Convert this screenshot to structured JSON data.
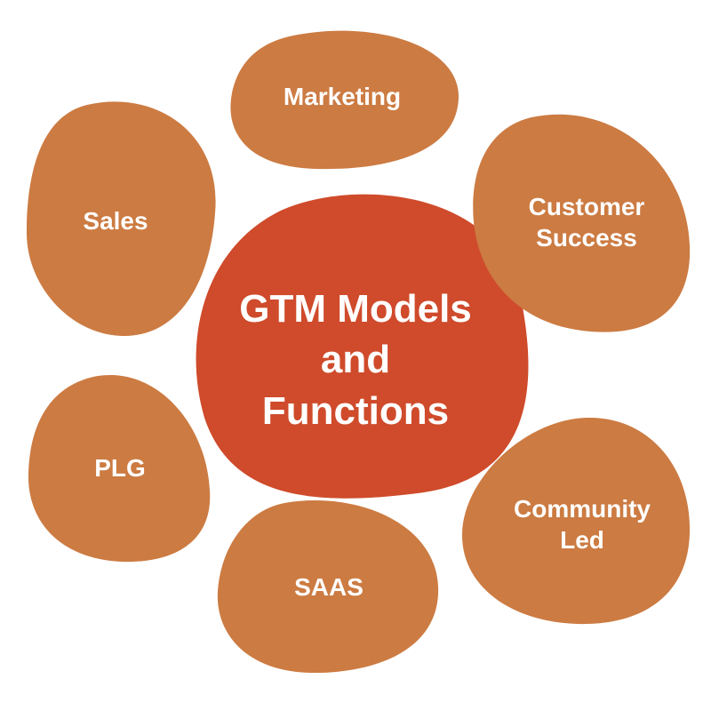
{
  "colors": {
    "center_blob": "#cf4b2b",
    "outer_blob": "#cc7b42",
    "text": "#ffffff",
    "background": "#ffffff"
  },
  "center": {
    "line1": "GTM Models",
    "line2": "and",
    "line3": "Functions"
  },
  "nodes": {
    "marketing": "Marketing",
    "sales": "Sales",
    "customer_success": {
      "line1": "Customer",
      "line2": "Success"
    },
    "plg": "PLG",
    "saas": "SAAS",
    "community_led": {
      "line1": "Community",
      "line2": "Led"
    }
  }
}
